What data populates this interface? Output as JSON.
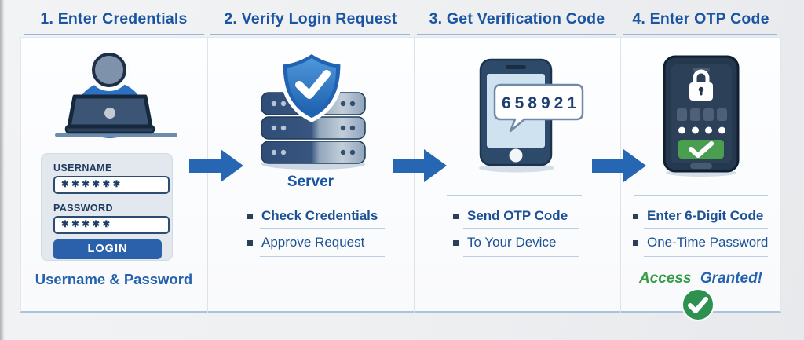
{
  "colors": {
    "header_blue": "#1a54a2",
    "arrow_blue": "#2766b3",
    "bullet_text_blue": "#1d5194",
    "caption_blue": "#2462ad",
    "navy": "#1c3a5f",
    "login_button_blue": "#2a61aa",
    "success_green": "#2e9150",
    "access_green": "#379a47"
  },
  "steps": [
    {
      "title": "1. Enter Credentials",
      "caption": "Username & Password",
      "icon": "person-at-laptop-icon",
      "form": {
        "username_label": "USERNAME",
        "username_value": "✱✱✱✱✱✱",
        "password_label": "PASSWORD",
        "password_value": "✱✱✱✱✱",
        "login_label": "LOGIN"
      }
    },
    {
      "title": "2. Verify Login Request",
      "icon": "server-shield-check-icon",
      "server_label": "Server",
      "bullets": [
        "Check Credentials",
        "Approve Request"
      ]
    },
    {
      "title": "3. Get Verification Code",
      "icon": "phone-sms-code-icon",
      "otp_code": "658921",
      "bullets": [
        "Send OTP Code",
        "To Your Device"
      ]
    },
    {
      "title": "4. Enter OTP Code",
      "icon": "phone-otp-lock-icon",
      "bullets": [
        "Enter 6-Digit Code",
        "One-Time Password"
      ],
      "access_granted": {
        "access": "Access",
        "granted": "Granted!"
      }
    }
  ]
}
